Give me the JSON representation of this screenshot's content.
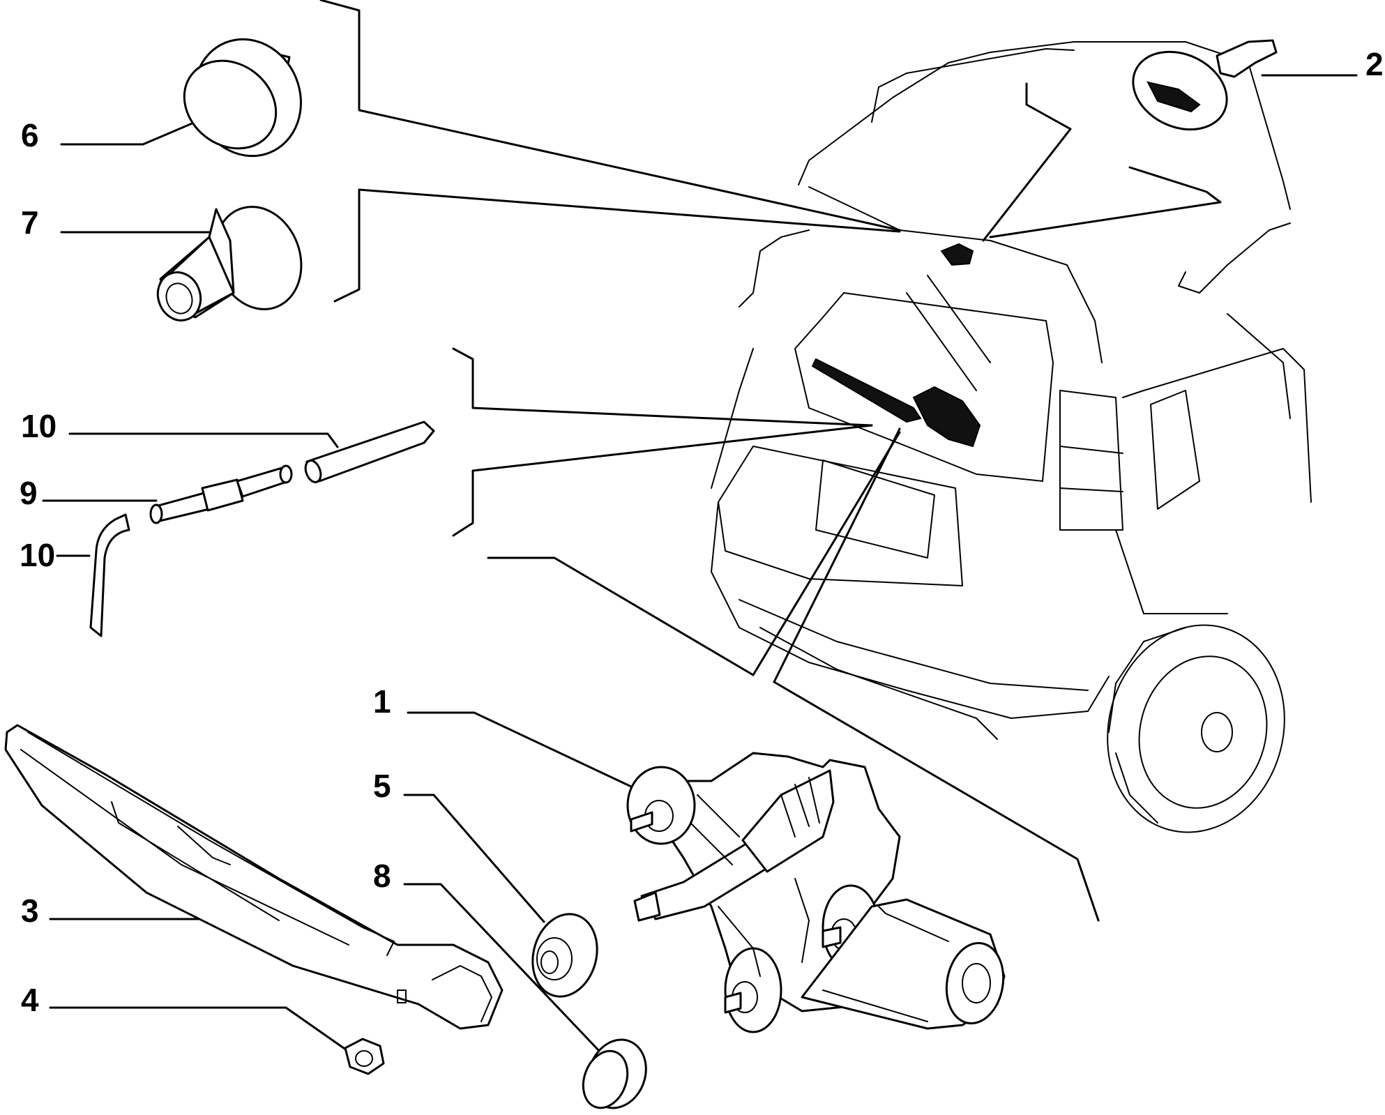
{
  "diagram": {
    "callouts": {
      "p1": "1",
      "p2": "2",
      "p3": "3",
      "p4": "4",
      "p5": "5",
      "p6": "6",
      "p7": "7",
      "p8": "8",
      "p9": "9",
      "p10a": "10",
      "p10b": "10"
    },
    "colors": {
      "ink": "#000000",
      "paper": "#ffffff"
    }
  }
}
